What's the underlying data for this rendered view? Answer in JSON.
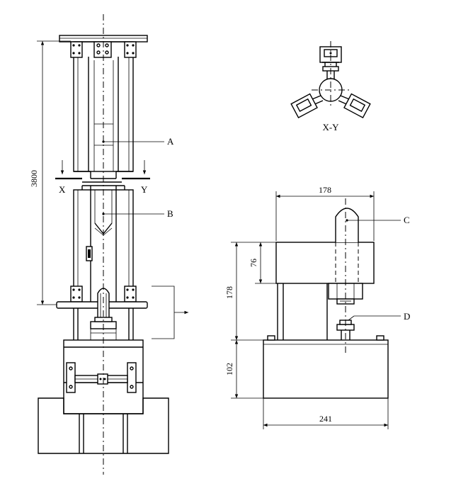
{
  "labels": {
    "a": "A",
    "b": "B",
    "c": "C",
    "d": "D",
    "x": "X",
    "y": "Y",
    "section": "X-Y"
  },
  "dimensions": {
    "height_total": "3800",
    "width_top": "178",
    "height_upper": "76",
    "height_frame": "178",
    "height_base": "102",
    "width_base": "241"
  }
}
